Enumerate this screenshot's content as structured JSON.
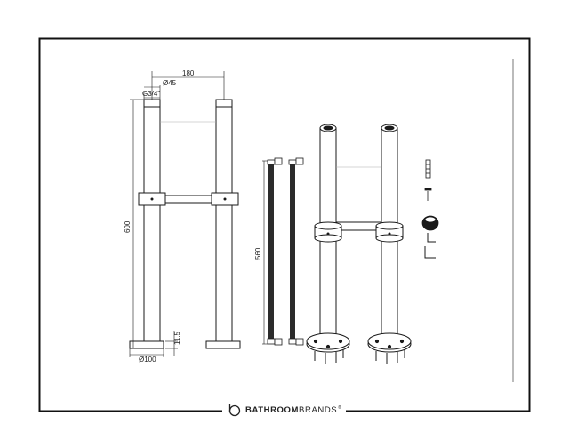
{
  "dimensions": {
    "overall_width": "180",
    "pipe_diameter": "Ø45",
    "thread": "G3/4\"",
    "overall_height": "600",
    "base_thickness": "11.5",
    "base_diameter": "Ø100",
    "hose_length": "560"
  },
  "brand": {
    "name_bold": "BATHROOM",
    "name_regular": "BRANDS",
    "mark": "®"
  },
  "colors": {
    "line": "#1a1a1a",
    "frame": "#111111",
    "hose": "#2b2b2b"
  }
}
